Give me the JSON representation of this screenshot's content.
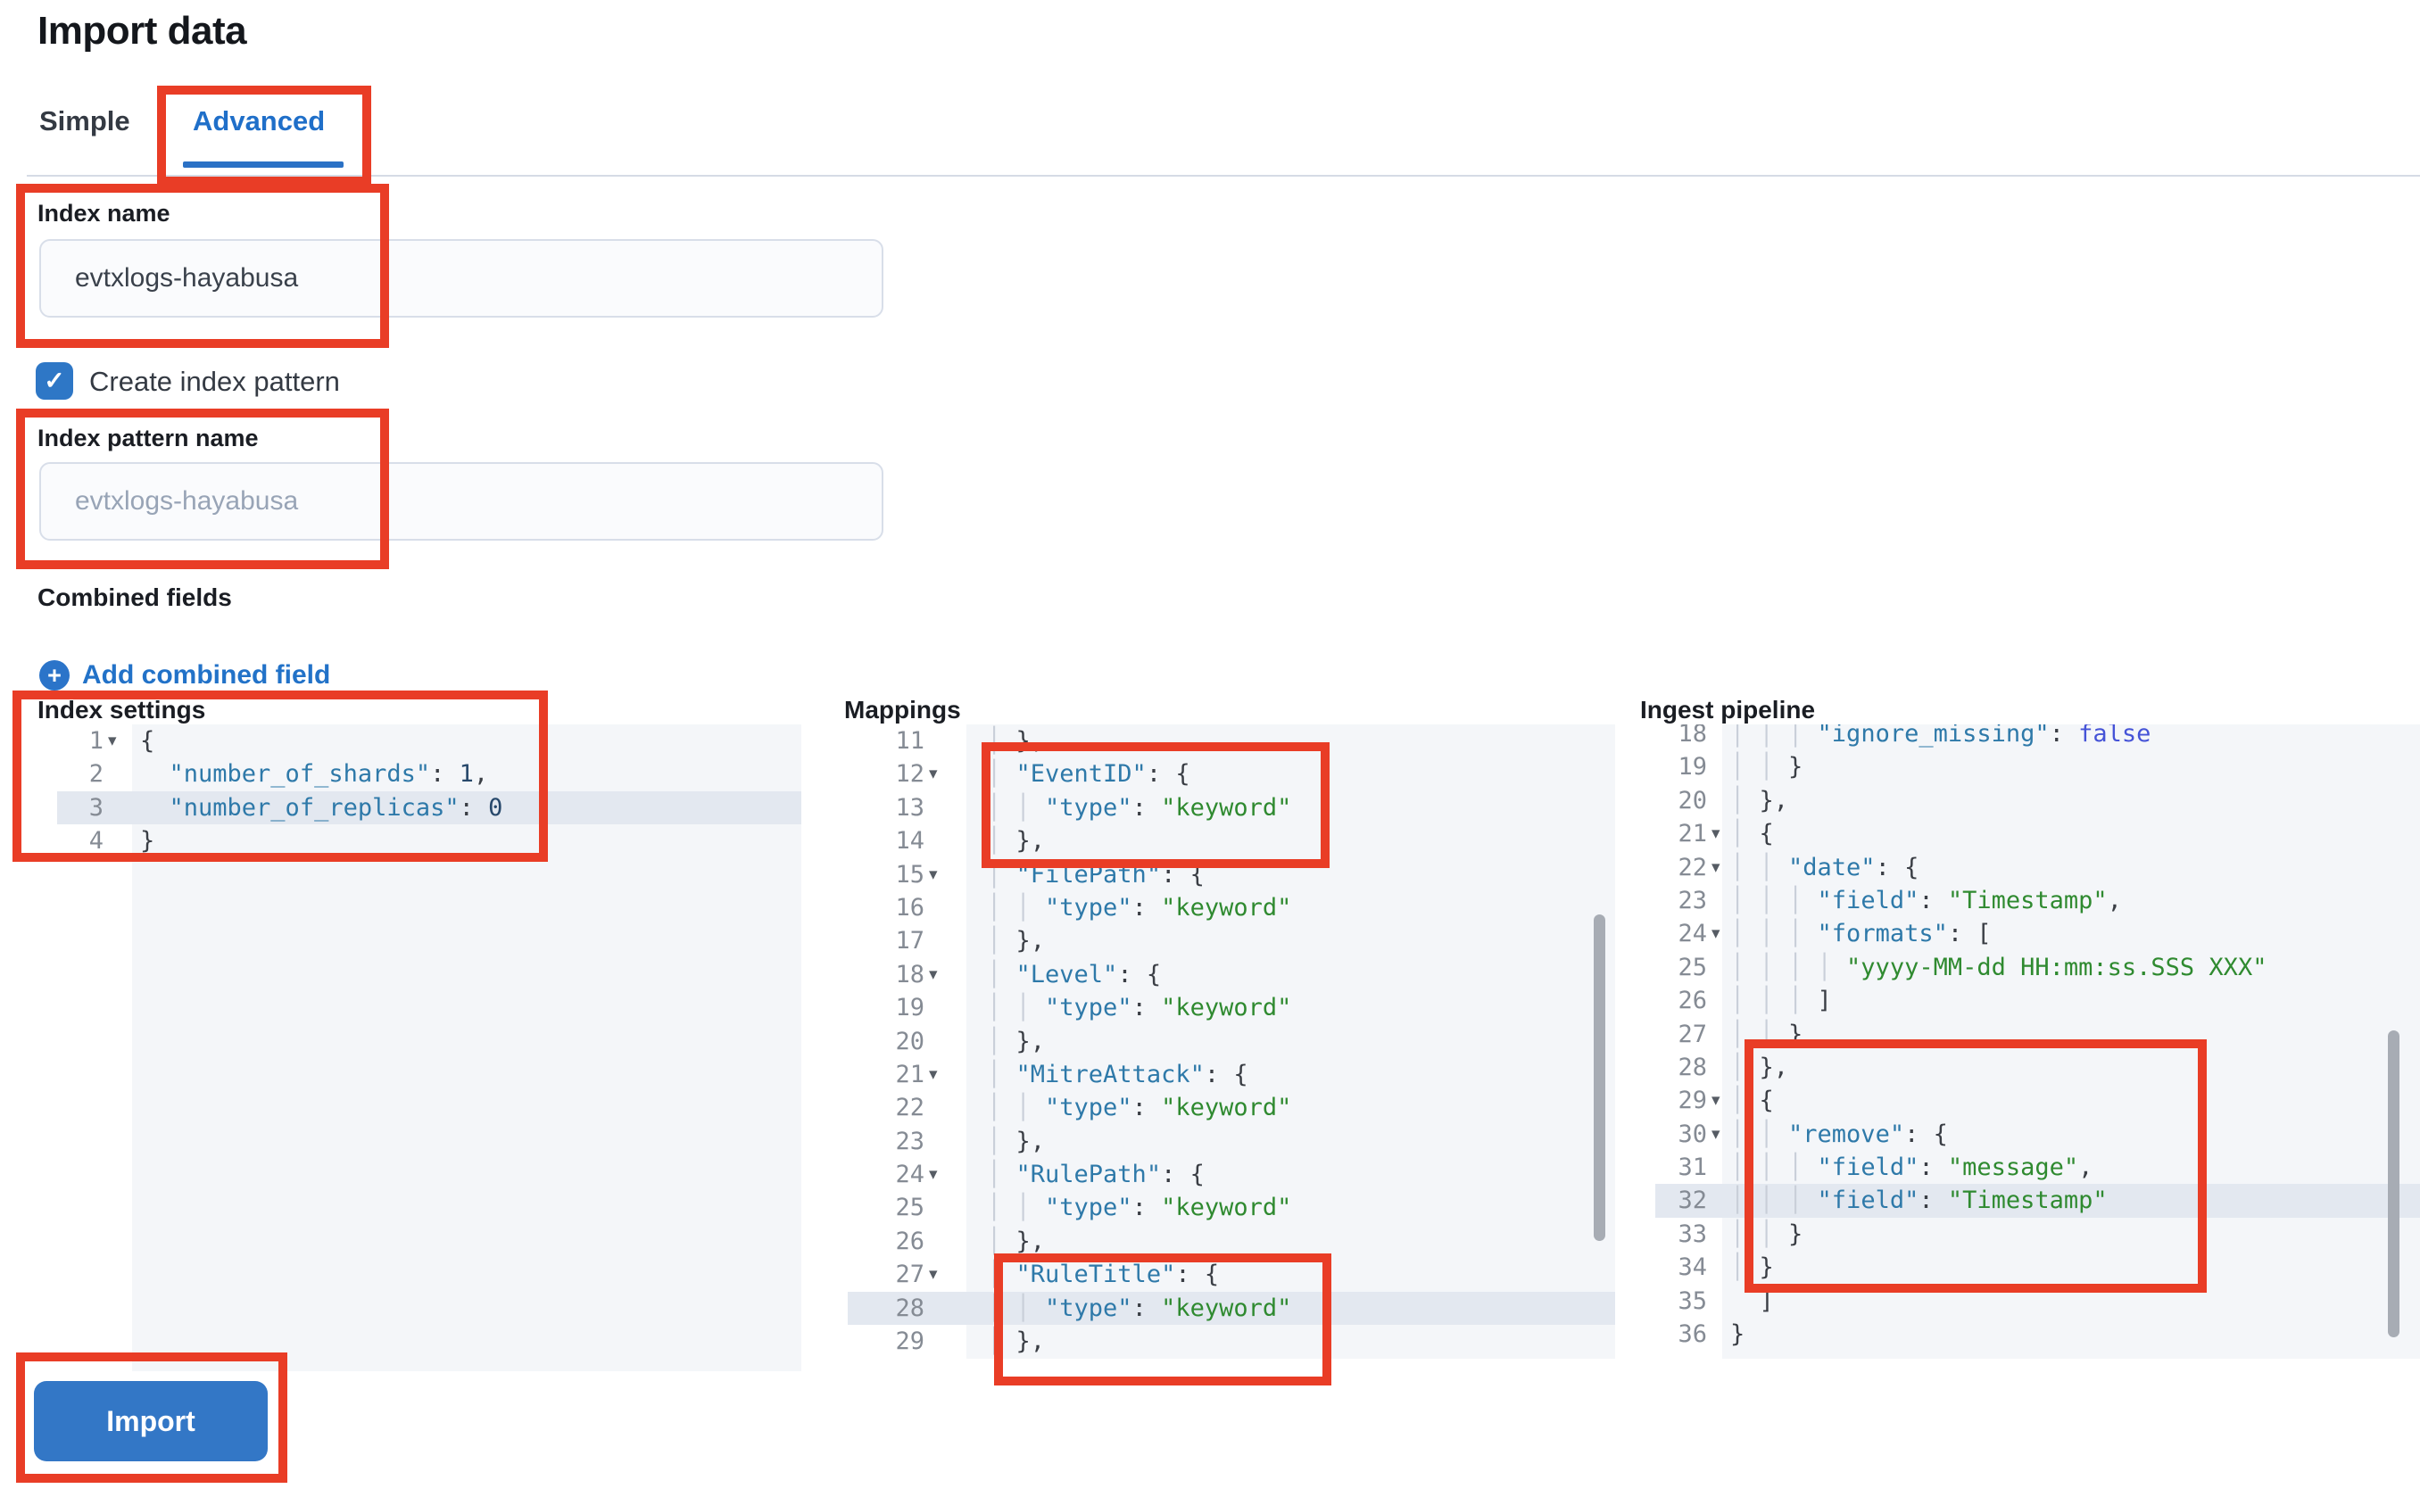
{
  "page": {
    "title": "Import data"
  },
  "tabs": {
    "simple": "Simple",
    "advanced": "Advanced",
    "selected": "Advanced"
  },
  "form": {
    "index_name_label": "Index name",
    "index_name_value": "evtxlogs-hayabusa",
    "create_index_pattern_label": "Create index pattern",
    "create_index_pattern_checked": true,
    "index_pattern_label": "Index pattern name",
    "index_pattern_placeholder": "evtxlogs-hayabusa",
    "combined_fields_label": "Combined fields",
    "add_combined_field_label": "Add combined field",
    "import_button_label": "Import"
  },
  "colors": {
    "accent_blue": "#2272c8",
    "annotation_red": "#e93d26",
    "editor_background": "#f4f6f9",
    "editor_highlight_line": "#e3e8f0",
    "code_key": "#2e79a9",
    "code_string": "#2f8a30",
    "code_boolean": "#4553d7",
    "import_button_blue": "#3377c6"
  },
  "icons": {
    "checkbox_check": "✓",
    "plus": "+",
    "fold_arrow": "▾"
  },
  "editors": [
    {
      "id": "index-settings",
      "label": "Index settings",
      "lines": [
        {
          "n": 1,
          "fold": true,
          "hl": false,
          "tok": [
            [
              "p",
              "{"
            ]
          ]
        },
        {
          "n": 2,
          "fold": false,
          "hl": false,
          "tok": [
            [
              "p",
              "  "
            ],
            [
              "k",
              "\"number_of_shards\""
            ],
            [
              "p",
              ": "
            ],
            [
              "n",
              "1"
            ],
            [
              "p",
              ","
            ]
          ]
        },
        {
          "n": 3,
          "fold": false,
          "hl": true,
          "tok": [
            [
              "p",
              "  "
            ],
            [
              "k",
              "\"number_of_replicas\""
            ],
            [
              "p",
              ": "
            ],
            [
              "n",
              "0"
            ]
          ]
        },
        {
          "n": 4,
          "fold": false,
          "hl": false,
          "tok": [
            [
              "p",
              "}"
            ]
          ]
        }
      ]
    },
    {
      "id": "mappings",
      "label": "Mappings",
      "lines": [
        {
          "n": 11,
          "fold": false,
          "hl": false,
          "tok": [
            [
              "g",
              "│ "
            ],
            [
              "p",
              "},"
            ]
          ]
        },
        {
          "n": 12,
          "fold": true,
          "hl": false,
          "tok": [
            [
              "g",
              "│ "
            ],
            [
              "k",
              "\"EventID\""
            ],
            [
              "p",
              ": {"
            ]
          ]
        },
        {
          "n": 13,
          "fold": false,
          "hl": false,
          "tok": [
            [
              "g",
              "│ │ "
            ],
            [
              "k",
              "\"type\""
            ],
            [
              "p",
              ": "
            ],
            [
              "s",
              "\"keyword\""
            ]
          ]
        },
        {
          "n": 14,
          "fold": false,
          "hl": false,
          "tok": [
            [
              "g",
              "│ "
            ],
            [
              "p",
              "},"
            ]
          ]
        },
        {
          "n": 15,
          "fold": true,
          "hl": false,
          "tok": [
            [
              "g",
              "│ "
            ],
            [
              "k",
              "\"FilePath\""
            ],
            [
              "p",
              ": {"
            ]
          ]
        },
        {
          "n": 16,
          "fold": false,
          "hl": false,
          "tok": [
            [
              "g",
              "│ │ "
            ],
            [
              "k",
              "\"type\""
            ],
            [
              "p",
              ": "
            ],
            [
              "s",
              "\"keyword\""
            ]
          ]
        },
        {
          "n": 17,
          "fold": false,
          "hl": false,
          "tok": [
            [
              "g",
              "│ "
            ],
            [
              "p",
              "},"
            ]
          ]
        },
        {
          "n": 18,
          "fold": true,
          "hl": false,
          "tok": [
            [
              "g",
              "│ "
            ],
            [
              "k",
              "\"Level\""
            ],
            [
              "p",
              ": {"
            ]
          ]
        },
        {
          "n": 19,
          "fold": false,
          "hl": false,
          "tok": [
            [
              "g",
              "│ │ "
            ],
            [
              "k",
              "\"type\""
            ],
            [
              "p",
              ": "
            ],
            [
              "s",
              "\"keyword\""
            ]
          ]
        },
        {
          "n": 20,
          "fold": false,
          "hl": false,
          "tok": [
            [
              "g",
              "│ "
            ],
            [
              "p",
              "},"
            ]
          ]
        },
        {
          "n": 21,
          "fold": true,
          "hl": false,
          "tok": [
            [
              "g",
              "│ "
            ],
            [
              "k",
              "\"MitreAttack\""
            ],
            [
              "p",
              ": {"
            ]
          ]
        },
        {
          "n": 22,
          "fold": false,
          "hl": false,
          "tok": [
            [
              "g",
              "│ │ "
            ],
            [
              "k",
              "\"type\""
            ],
            [
              "p",
              ": "
            ],
            [
              "s",
              "\"keyword\""
            ]
          ]
        },
        {
          "n": 23,
          "fold": false,
          "hl": false,
          "tok": [
            [
              "g",
              "│ "
            ],
            [
              "p",
              "},"
            ]
          ]
        },
        {
          "n": 24,
          "fold": true,
          "hl": false,
          "tok": [
            [
              "g",
              "│ "
            ],
            [
              "k",
              "\"RulePath\""
            ],
            [
              "p",
              ": {"
            ]
          ]
        },
        {
          "n": 25,
          "fold": false,
          "hl": false,
          "tok": [
            [
              "g",
              "│ │ "
            ],
            [
              "k",
              "\"type\""
            ],
            [
              "p",
              ": "
            ],
            [
              "s",
              "\"keyword\""
            ]
          ]
        },
        {
          "n": 26,
          "fold": false,
          "hl": false,
          "tok": [
            [
              "g",
              "│ "
            ],
            [
              "p",
              "},"
            ]
          ]
        },
        {
          "n": 27,
          "fold": true,
          "hl": false,
          "tok": [
            [
              "g",
              "│ "
            ],
            [
              "k",
              "\"RuleTitle\""
            ],
            [
              "p",
              ": {"
            ]
          ]
        },
        {
          "n": 28,
          "fold": false,
          "hl": true,
          "tok": [
            [
              "g",
              "│ │ "
            ],
            [
              "k",
              "\"type\""
            ],
            [
              "p",
              ": "
            ],
            [
              "s",
              "\"keyword\""
            ]
          ]
        },
        {
          "n": 29,
          "fold": false,
          "hl": false,
          "tok": [
            [
              "g",
              "│ "
            ],
            [
              "p",
              "},"
            ]
          ]
        }
      ]
    },
    {
      "id": "ingest-pipeline",
      "label": "Ingest pipeline",
      "lines": [
        {
          "n": 18,
          "fold": false,
          "hl": false,
          "tok": [
            [
              "g",
              "│ │ │ "
            ],
            [
              "k",
              "\"ignore_missing\""
            ],
            [
              "p",
              ": "
            ],
            [
              "b",
              "false"
            ]
          ]
        },
        {
          "n": 19,
          "fold": false,
          "hl": false,
          "tok": [
            [
              "g",
              "│ │ "
            ],
            [
              "p",
              "}"
            ]
          ]
        },
        {
          "n": 20,
          "fold": false,
          "hl": false,
          "tok": [
            [
              "g",
              "│ "
            ],
            [
              "p",
              "},"
            ]
          ]
        },
        {
          "n": 21,
          "fold": true,
          "hl": false,
          "tok": [
            [
              "g",
              "│ "
            ],
            [
              "p",
              "{"
            ]
          ]
        },
        {
          "n": 22,
          "fold": true,
          "hl": false,
          "tok": [
            [
              "g",
              "│ │ "
            ],
            [
              "k",
              "\"date\""
            ],
            [
              "p",
              ": {"
            ]
          ]
        },
        {
          "n": 23,
          "fold": false,
          "hl": false,
          "tok": [
            [
              "g",
              "│ │ │ "
            ],
            [
              "k",
              "\"field\""
            ],
            [
              "p",
              ": "
            ],
            [
              "s",
              "\"Timestamp\""
            ],
            [
              "p",
              ","
            ]
          ]
        },
        {
          "n": 24,
          "fold": true,
          "hl": false,
          "tok": [
            [
              "g",
              "│ │ │ "
            ],
            [
              "k",
              "\"formats\""
            ],
            [
              "p",
              ": ["
            ]
          ]
        },
        {
          "n": 25,
          "fold": false,
          "hl": false,
          "tok": [
            [
              "g",
              "│ │ │ │ "
            ],
            [
              "s",
              "\"yyyy-MM-dd HH:mm:ss.SSS XXX\""
            ]
          ]
        },
        {
          "n": 26,
          "fold": false,
          "hl": false,
          "tok": [
            [
              "g",
              "│ │ │ "
            ],
            [
              "p",
              "]"
            ]
          ]
        },
        {
          "n": 27,
          "fold": false,
          "hl": false,
          "tok": [
            [
              "g",
              "│ │ "
            ],
            [
              "p",
              "}"
            ]
          ]
        },
        {
          "n": 28,
          "fold": false,
          "hl": false,
          "tok": [
            [
              "g",
              "│ "
            ],
            [
              "p",
              "},"
            ]
          ]
        },
        {
          "n": 29,
          "fold": true,
          "hl": false,
          "tok": [
            [
              "g",
              "│ "
            ],
            [
              "p",
              "{"
            ]
          ]
        },
        {
          "n": 30,
          "fold": true,
          "hl": false,
          "tok": [
            [
              "g",
              "│ │ "
            ],
            [
              "k",
              "\"remove\""
            ],
            [
              "p",
              ": {"
            ]
          ]
        },
        {
          "n": 31,
          "fold": false,
          "hl": false,
          "tok": [
            [
              "g",
              "│ │ │ "
            ],
            [
              "k",
              "\"field\""
            ],
            [
              "p",
              ": "
            ],
            [
              "s",
              "\"message\""
            ],
            [
              "p",
              ","
            ]
          ]
        },
        {
          "n": 32,
          "fold": false,
          "hl": true,
          "tok": [
            [
              "g",
              "│ │ │ "
            ],
            [
              "k",
              "\"field\""
            ],
            [
              "p",
              ": "
            ],
            [
              "s",
              "\"Timestamp\""
            ]
          ]
        },
        {
          "n": 33,
          "fold": false,
          "hl": false,
          "tok": [
            [
              "g",
              "│ │ "
            ],
            [
              "p",
              "}"
            ]
          ]
        },
        {
          "n": 34,
          "fold": false,
          "hl": false,
          "tok": [
            [
              "g",
              "│ "
            ],
            [
              "p",
              "}"
            ]
          ]
        },
        {
          "n": 35,
          "fold": false,
          "hl": false,
          "tok": [
            [
              "p",
              "  ]"
            ]
          ]
        },
        {
          "n": 36,
          "fold": false,
          "hl": false,
          "tok": [
            [
              "p",
              "}"
            ]
          ]
        }
      ]
    }
  ]
}
